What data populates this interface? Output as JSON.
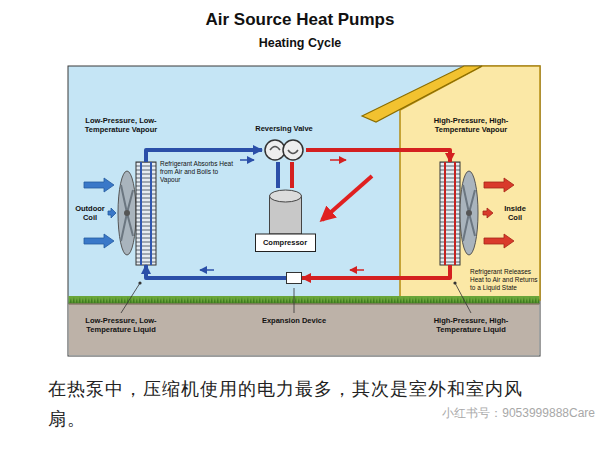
{
  "diagram": {
    "title": "Air Source Heat Pumps",
    "caption": "在热泵中，压缩机使用的电力最多，其次是室外和室内风扇。",
    "nodes": [
      {
        "text": [
          "Reversing Valve"
        ]
      },
      {
        "text": [
          "Outdoor Coil"
        ]
      },
      {
        "text": [
          "Compressor"
        ]
      },
      {
        "text": [
          "Inside Coil"
        ]
      },
      {
        "text": [
          "Expansion Device"
        ]
      }
    ],
    "edges": [
      {
        "from": 1,
        "to": 0,
        "arrow": "to"
      },
      {
        "from": 0,
        "to": 3,
        "arrow": "to"
      },
      {
        "from": 3,
        "to": 4,
        "arrow": "to"
      },
      {
        "from": 4,
        "to": 1,
        "arrow": "to"
      },
      {
        "from": 0,
        "to": 2,
        "arrow": "none"
      },
      {
        "from": 2,
        "to": 0,
        "arrow": "none"
      }
    ],
    "labels": [
      "Heating Cycle",
      "Low-Pressure, Low-Temperature Vapour",
      "Refrigerant Absorbs Heat from Air and Boils to Vapour",
      "High-Pressure, High-Temperature Vapour",
      "Refrigerant Releases Heat to Air and Returns to a Liquid State",
      "Low-Pressure, Low-Temperature Liquid",
      "High-Pressure, High-Temperature Liquid",
      "小红书号：9053999888Care"
    ]
  }
}
